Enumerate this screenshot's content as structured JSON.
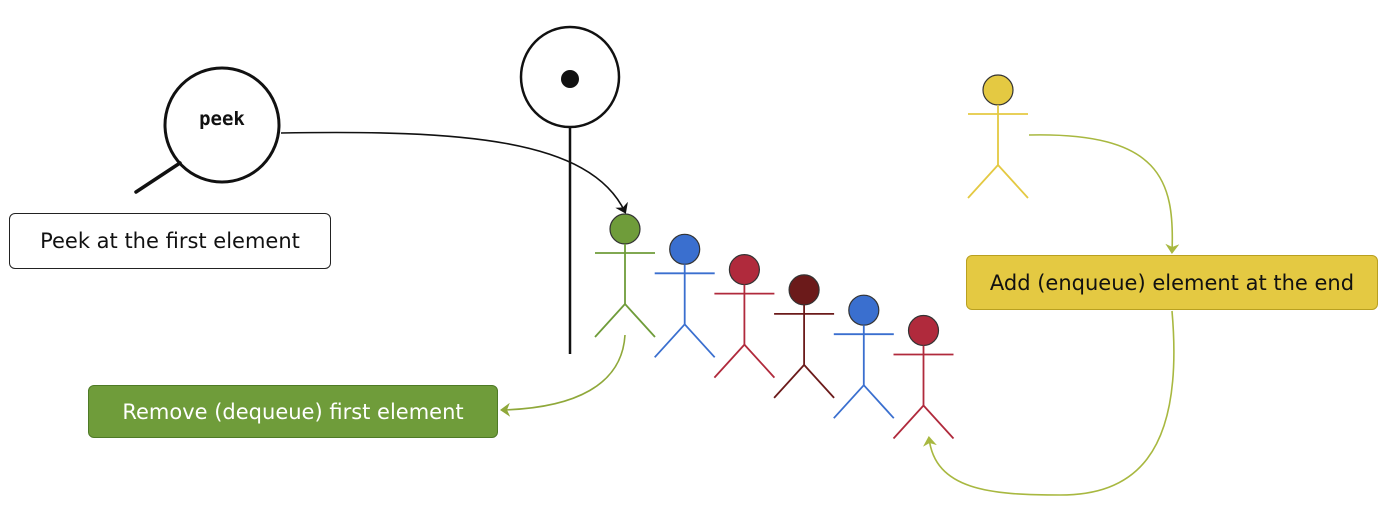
{
  "labels": {
    "peek_icon_text": "peek",
    "peek_box": "Peek at the first element",
    "remove_box": "Remove (dequeue) first element",
    "add_box": "Add (enqueue) element at the end"
  },
  "queue": {
    "people_colors": [
      "#6f9c3a",
      "#3a6fcf",
      "#b02a3c",
      "#6b1a1a",
      "#3a6fcf",
      "#b02a3c"
    ],
    "incoming_color": "#e4c942"
  },
  "colors": {
    "peek_box_bg": "#ffffff",
    "remove_box_bg": "#6f9c3a",
    "add_box_bg": "#e4c942",
    "arrow_peek": "#111111",
    "arrow_remove": "#8fa83a",
    "arrow_add": "#a8b840"
  },
  "icons": [
    "magnifier-icon",
    "queue-pole-sign-icon",
    "stick-person-icon"
  ]
}
